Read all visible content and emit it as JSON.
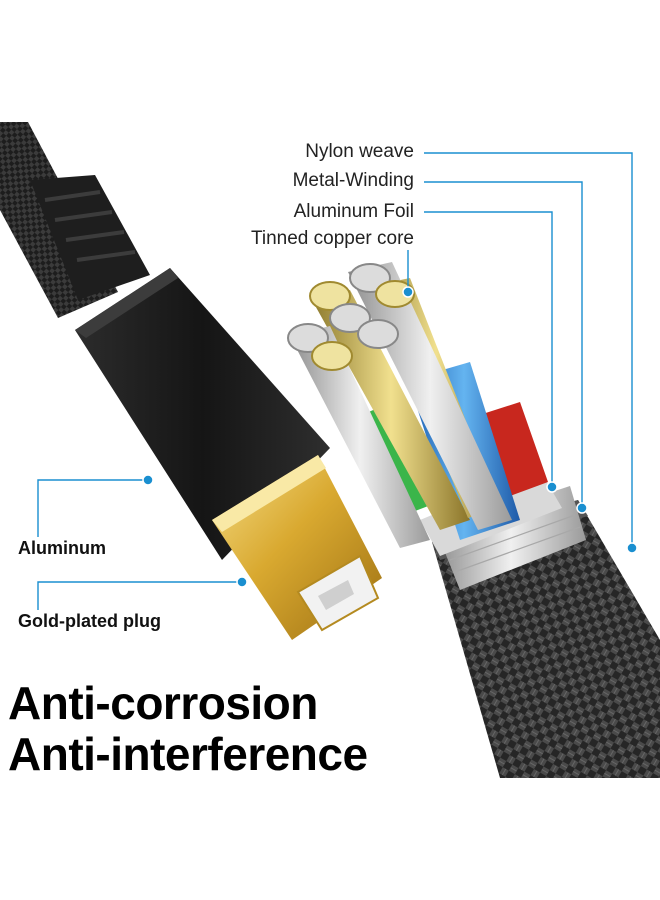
{
  "callouts": {
    "nylon_weave": "Nylon weave",
    "metal_winding": "Metal-Winding",
    "aluminum_foil": "Aluminum Foil",
    "tinned_copper_core": "Tinned copper core",
    "aluminum": "Aluminum",
    "gold_plated_plug": "Gold-plated plug"
  },
  "headlines": {
    "line1": "Anti-corrosion",
    "line2": "Anti-interference"
  },
  "colors": {
    "callout_line": "#1a8fd0",
    "callout_dot": "#1a8fd0",
    "gold": "#d4a72c",
    "braid": "#2b2b2b",
    "plug_body": "#1f1f1f"
  }
}
